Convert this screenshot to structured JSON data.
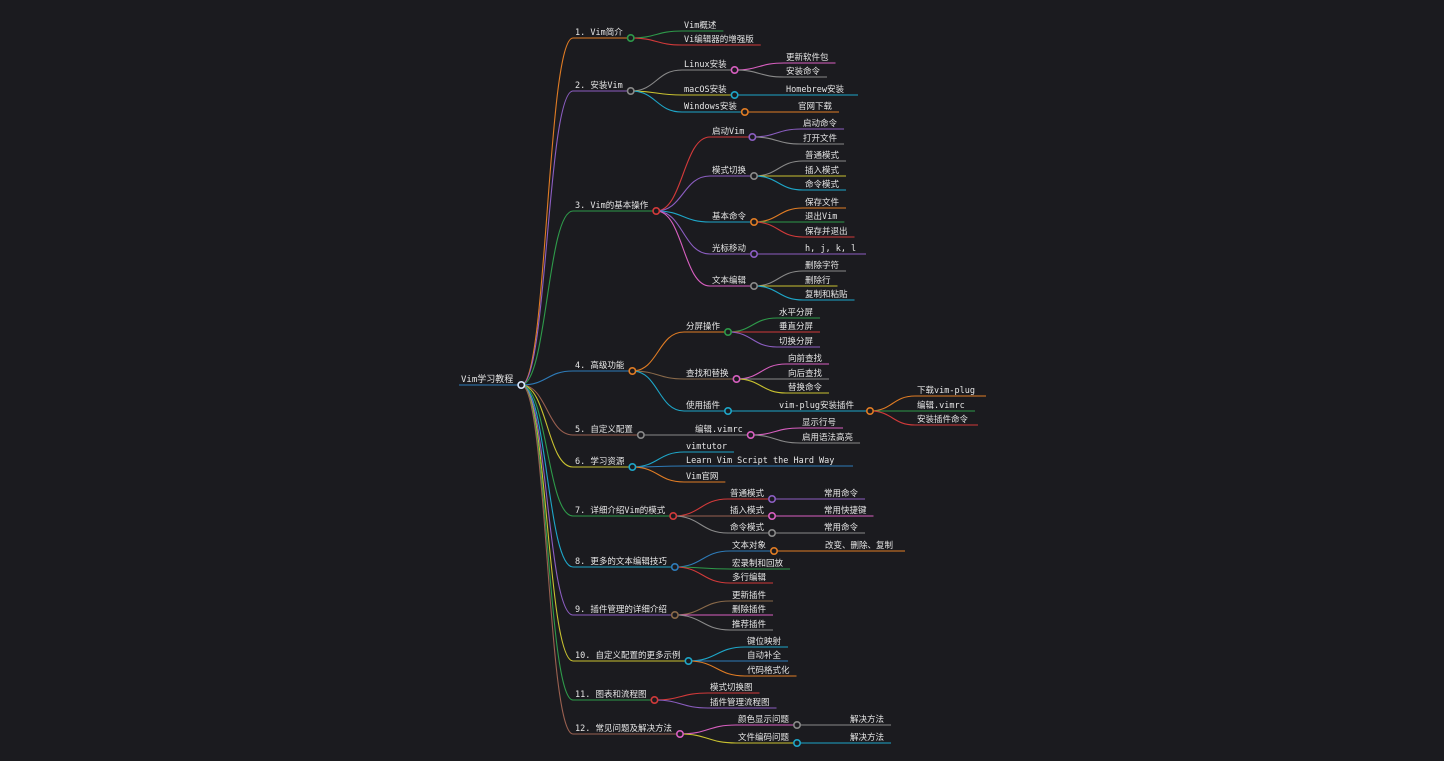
{
  "root": {
    "label": "Vim学习教程",
    "color": "#2e7bb8",
    "children": [
      {
        "label": "1. Vim简介",
        "color": "#e07c24",
        "children": [
          {
            "label": "Vim概述",
            "color": "#2e9a4a"
          },
          {
            "label": "Vi编辑器的增强版",
            "color": "#d23a3a"
          }
        ]
      },
      {
        "label": "2. 安装Vim",
        "color": "#8c5ec2",
        "children": [
          {
            "label": "Linux安装",
            "color": "#8a8a8a",
            "children": [
              {
                "label": "更新软件包",
                "color": "#d85fc0"
              },
              {
                "label": "安装命令",
                "color": "#8a8a8a"
              }
            ]
          },
          {
            "label": "macOS安装",
            "color": "#c9c230",
            "children": [
              {
                "label": "Homebrew安装",
                "color": "#1ea6c8"
              }
            ]
          },
          {
            "label": "Windows安装",
            "color": "#1ea6c8",
            "children": [
              {
                "label": "官网下载",
                "color": "#e07c24"
              }
            ]
          }
        ]
      },
      {
        "label": "3. Vim的基本操作",
        "color": "#2e9a4a",
        "children": [
          {
            "label": "启动Vim",
            "color": "#d23a3a",
            "children": [
              {
                "label": "启动命令",
                "color": "#8c5ec2"
              },
              {
                "label": "打开文件",
                "color": "#8a8a8a"
              }
            ]
          },
          {
            "label": "模式切换",
            "color": "#8c5ec2",
            "children": [
              {
                "label": "普通模式",
                "color": "#8a8a8a"
              },
              {
                "label": "插入模式",
                "color": "#c9c230"
              },
              {
                "label": "命令模式",
                "color": "#1ea6c8"
              }
            ]
          },
          {
            "label": "基本命令",
            "color": "#1ea6c8",
            "children": [
              {
                "label": "保存文件",
                "color": "#e07c24"
              },
              {
                "label": "退出Vim",
                "color": "#2e9a4a"
              },
              {
                "label": "保存并退出",
                "color": "#d23a3a"
              }
            ]
          },
          {
            "label": "光标移动",
            "color": "#8c5ec2",
            "children": [
              {
                "label": "h, j, k, l",
                "color": "#8c5ec2"
              }
            ]
          },
          {
            "label": "文本编辑",
            "color": "#d85fc0",
            "children": [
              {
                "label": "删除字符",
                "color": "#8a8a8a"
              },
              {
                "label": "删除行",
                "color": "#c9c230"
              },
              {
                "label": "复制和粘贴",
                "color": "#1ea6c8"
              }
            ]
          }
        ]
      },
      {
        "label": "4. 高级功能",
        "color": "#2e7bb8",
        "children": [
          {
            "label": "分屏操作",
            "color": "#e07c24",
            "children": [
              {
                "label": "水平分屏",
                "color": "#2e9a4a"
              },
              {
                "label": "垂直分屏",
                "color": "#d23a3a"
              },
              {
                "label": "切换分屏",
                "color": "#8c5ec2"
              }
            ]
          },
          {
            "label": "查找和替换",
            "color": "#8a6a4a",
            "children": [
              {
                "label": "向前查找",
                "color": "#d85fc0"
              },
              {
                "label": "向后查找",
                "color": "#8a8a8a"
              },
              {
                "label": "替换命令",
                "color": "#c9c230"
              }
            ]
          },
          {
            "label": "使用插件",
            "color": "#1ea6c8",
            "children": [
              {
                "label": "vim-plug安装插件",
                "color": "#1ea6c8",
                "children": [
                  {
                    "label": "下载vim-plug",
                    "color": "#e07c24"
                  },
                  {
                    "label": "编辑.vimrc",
                    "color": "#2e9a4a"
                  },
                  {
                    "label": "安装插件命令",
                    "color": "#d23a3a"
                  }
                ]
              }
            ]
          }
        ]
      },
      {
        "label": "5. 自定义配置",
        "color": "#9a6050",
        "children": [
          {
            "label": "编辑.vimrc",
            "color": "#8a8a8a",
            "children": [
              {
                "label": "显示行号",
                "color": "#d85fc0"
              },
              {
                "label": "启用语法高亮",
                "color": "#8a8a8a"
              }
            ]
          }
        ]
      },
      {
        "label": "6. 学习资源",
        "color": "#c9c230",
        "children": [
          {
            "label": "vimtutor",
            "color": "#1ea6c8"
          },
          {
            "label": "Learn Vim Script the Hard Way",
            "color": "#2e7bb8"
          },
          {
            "label": "Vim官网",
            "color": "#e07c24"
          }
        ]
      },
      {
        "label": "7. 详细介绍Vim的模式",
        "color": "#2e9a4a",
        "children": [
          {
            "label": "普通模式",
            "color": "#d23a3a",
            "children": [
              {
                "label": "常用命令",
                "color": "#8c5ec2"
              }
            ]
          },
          {
            "label": "插入模式",
            "color": "#9a6050",
            "children": [
              {
                "label": "常用快捷键",
                "color": "#d85fc0"
              }
            ]
          },
          {
            "label": "命令模式",
            "color": "#8a8a8a",
            "children": [
              {
                "label": "常用命令",
                "color": "#8a8a8a"
              }
            ]
          }
        ]
      },
      {
        "label": "8. 更多的文本编辑技巧",
        "color": "#1ea6c8",
        "children": [
          {
            "label": "文本对象",
            "color": "#2e7bb8",
            "children": [
              {
                "label": "改变、删除、复制",
                "color": "#e07c24"
              }
            ]
          },
          {
            "label": "宏录制和回放",
            "color": "#2e9a4a"
          },
          {
            "label": "多行编辑",
            "color": "#d23a3a"
          }
        ]
      },
      {
        "label": "9. 插件管理的详细介绍",
        "color": "#8c5ec2",
        "children": [
          {
            "label": "更新插件",
            "color": "#8a6a4a"
          },
          {
            "label": "删除插件",
            "color": "#d85fc0"
          },
          {
            "label": "推荐插件",
            "color": "#8a8a8a"
          }
        ]
      },
      {
        "label": "10. 自定义配置的更多示例",
        "color": "#c9c230",
        "children": [
          {
            "label": "键位映射",
            "color": "#1ea6c8"
          },
          {
            "label": "自动补全",
            "color": "#2e7bb8"
          },
          {
            "label": "代码格式化",
            "color": "#e07c24"
          }
        ]
      },
      {
        "label": "11. 图表和流程图",
        "color": "#2e9a4a",
        "children": [
          {
            "label": "模式切换图",
            "color": "#d23a3a"
          },
          {
            "label": "插件管理流程图",
            "color": "#8c5ec2"
          }
        ]
      },
      {
        "label": "12. 常见问题及解决方法",
        "color": "#9a6050",
        "children": [
          {
            "label": "颜色显示问题",
            "color": "#d85fc0",
            "children": [
              {
                "label": "解决方法",
                "color": "#8a8a8a"
              }
            ]
          },
          {
            "label": "文件编码问题",
            "color": "#c9c230",
            "children": [
              {
                "label": "解决方法",
                "color": "#1ea6c8"
              }
            ]
          }
        ]
      }
    ]
  }
}
